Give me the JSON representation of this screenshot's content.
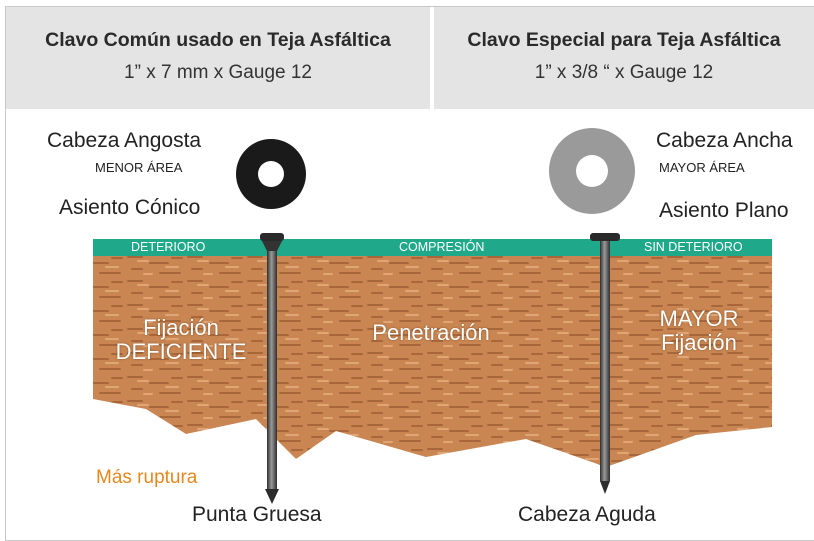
{
  "header": {
    "left": {
      "title": "Clavo Común usado en Teja Asfáltica",
      "subtitle": "1” x 7 mm x Gauge 12"
    },
    "right": {
      "title": "Clavo Especial para Teja Asfáltica",
      "subtitle": "1” x 3/8 “ x Gauge 12"
    }
  },
  "left_nail": {
    "head_label": "Cabeza Angosta",
    "head_note": "MENOR ÁREA",
    "seat_label": "Asiento Cónico",
    "tip_label": "Punta Gruesa",
    "head_color": "#1a1a1a"
  },
  "right_nail": {
    "head_label": "Cabeza Ancha",
    "head_note": "MAYOR ÁREA",
    "seat_label": "Asiento Plano",
    "tip_label": "Cabeza Aguda",
    "head_color": "#9a9a9a"
  },
  "band": {
    "left": "DETERIORO",
    "center": "COMPRESIÓN",
    "right": "SIN DETERIORO",
    "color": "#1fa98a"
  },
  "wood": {
    "left_line1": "Fijación",
    "left_line2": "DEFICIENTE",
    "center": "Penetración",
    "right_line1": "MAYOR",
    "right_line2": "Fijación",
    "color": "#c98652"
  },
  "rupture_label": "Más ruptura",
  "colors": {
    "header_bg": "#e4e4e4",
    "accent_orange": "#e8871d"
  }
}
